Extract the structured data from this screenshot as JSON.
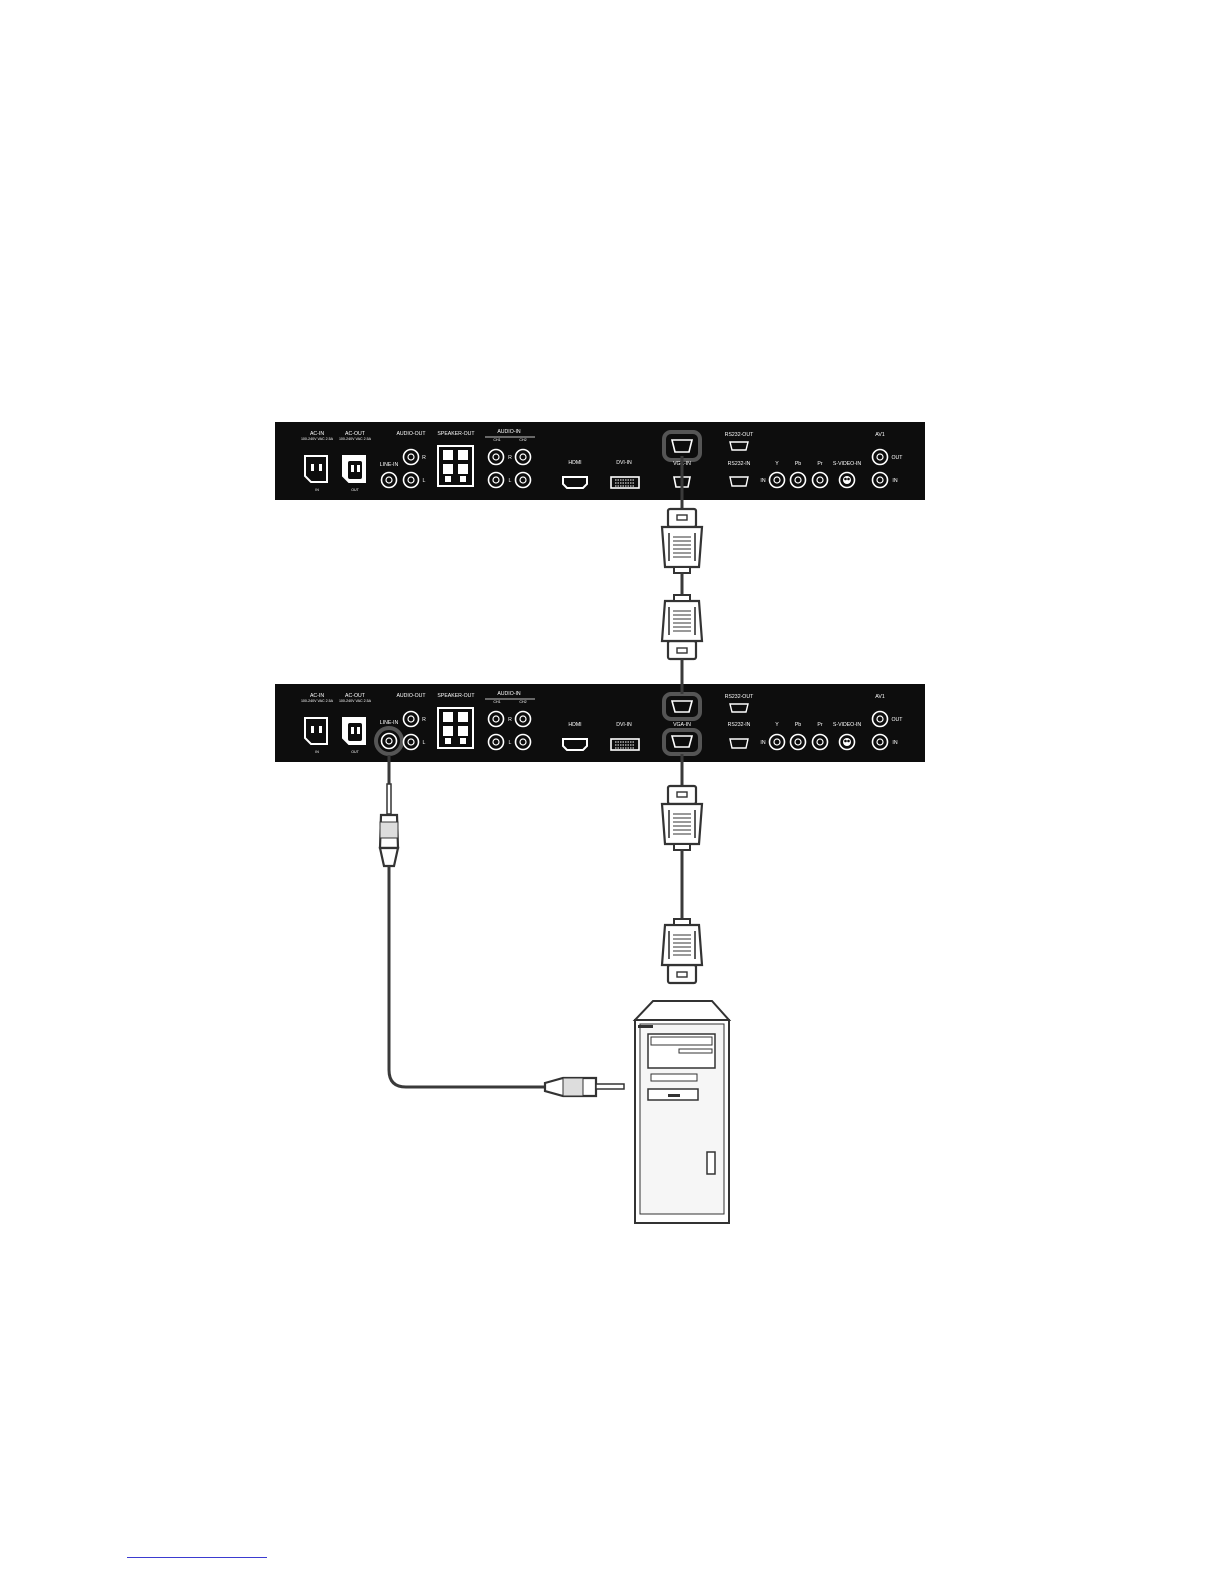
{
  "panel": {
    "ac_in": "AC-IN",
    "ac_in_rating": "100-240V VAC 2.5A",
    "ac_out": "AC-OUT",
    "ac_out_rating": "100-240V VAC 2.5A",
    "in": "IN",
    "out": "OUT",
    "audio_out": "AUDIO-OUT",
    "line_in": "LINE-IN",
    "r": "R",
    "l": "L",
    "speaker_out": "SPEAKER-OUT",
    "audio_in": "AUDIO-IN",
    "ch1": "CH1",
    "ch2": "CH2",
    "hdmi": "HDMI",
    "dvi_in": "DVI-IN",
    "vga_in": "VGA-IN",
    "rs232_out": "RS232-OUT",
    "rs232_in": "RS232-IN",
    "y": "Y",
    "pb": "Pb",
    "pr": "Pr",
    "in_short": "IN",
    "s_video_in": "S-VIDEO-IN",
    "av1": "AV1",
    "av_out": "OUT",
    "av_in": "IN"
  },
  "colors": {
    "panel": "#0d0d0d",
    "cable": "#3a3a3a",
    "highlight": "#555555",
    "link": "#3b3bd0"
  }
}
